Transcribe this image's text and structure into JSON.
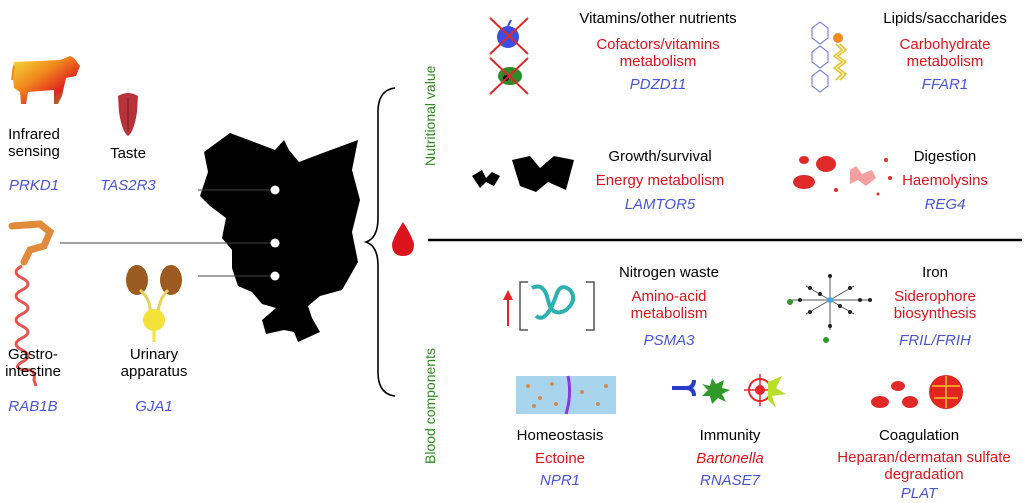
{
  "colors": {
    "label": "#000000",
    "function": "#d9141c",
    "gene": "#4a55d6",
    "side_label": "#2e8b1e"
  },
  "left": {
    "infrared": {
      "title": "Infrared\nsensing",
      "gene": "PRKD1"
    },
    "taste": {
      "title": "Taste",
      "gene": "TAS2R3"
    },
    "gastro": {
      "title": "Gastro-\nintestine",
      "gene": "RAB1B"
    },
    "urinary": {
      "title": "Urinary\napparatus",
      "gene": "GJA1"
    }
  },
  "side_labels": {
    "top": "Nutritional value",
    "bottom": "Blood components"
  },
  "nutritional": {
    "vitamins": {
      "title": "Vitamins/other nutrients",
      "function": "Cofactors/vitamins\nmetabolism",
      "gene": "PDZD11"
    },
    "lipids": {
      "title": "Lipids/saccharides",
      "function": "Carbohydrate\nmetabolism",
      "gene": "FFAR1"
    },
    "growth": {
      "title": "Growth/survival",
      "function": "Energy metabolism",
      "gene": "LAMTOR5"
    },
    "digestion": {
      "title": "Digestion",
      "function": "Haemolysins",
      "gene": "REG4"
    }
  },
  "blood": {
    "nitrogen": {
      "title": "Nitrogen waste",
      "function": "Amino-acid\nmetabolism",
      "gene": "PSMA3"
    },
    "iron": {
      "title": "Iron",
      "function": "Siderophore\nbiosynthesis",
      "gene": "FRIL/FRIH"
    },
    "homeostasis": {
      "title": "Homeostasis",
      "function": "Ectoine",
      "gene": "NPR1"
    },
    "immunity": {
      "title": "Immunity",
      "function": "Bartonella",
      "gene": "RNASE7"
    },
    "coagulation": {
      "title": "Coagulation",
      "function": "Heparan/dermatan sulfate\ndegradation",
      "gene": "PLAT"
    }
  }
}
